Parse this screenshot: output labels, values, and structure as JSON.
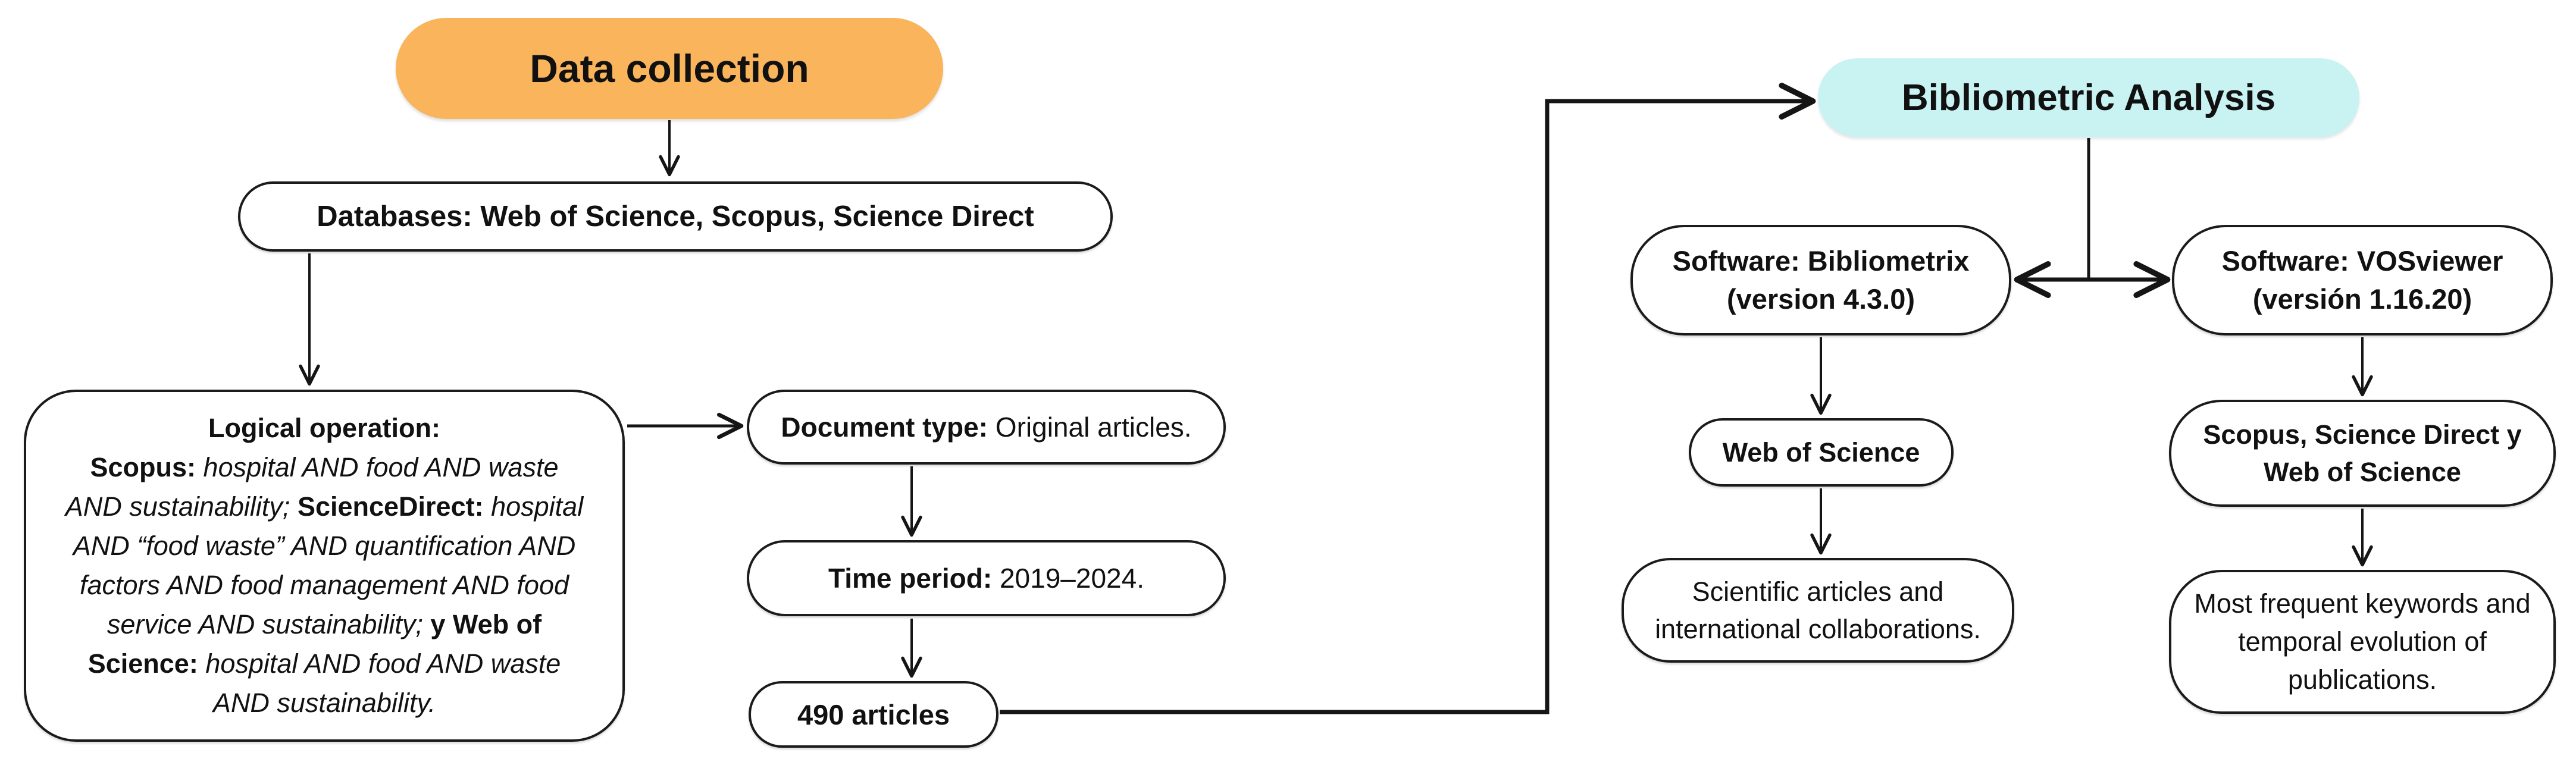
{
  "diagram": {
    "type": "flowchart",
    "colors": {
      "data_collection_fill": "#F9B45C",
      "bibliometric_fill": "#C9F2F3",
      "box_border": "#1B1B1B",
      "background": "#FFFFFF",
      "line": "#151515"
    }
  },
  "nodes": {
    "data_collection": {
      "label": "Data collection"
    },
    "databases": {
      "label": "Databases: Web of Science, Scopus, Science Direct"
    },
    "logical_operation": {
      "title": "Logical operation:",
      "lines": [
        [
          {
            "t": "Scopus: "
          },
          {
            "t": "hospital AND food AND waste"
          }
        ],
        [
          {
            "t": "AND sustainability; "
          },
          {
            "t": " ScienceDirect: "
          },
          {
            "t": "hospital"
          }
        ],
        [
          {
            "t": "AND “food waste” AND quantification AND"
          }
        ],
        [
          {
            "t": "factors AND food management AND food"
          }
        ],
        [
          {
            "t": "service AND sustainability; "
          },
          {
            "t": "y Web of"
          }
        ],
        [
          {
            "t": "Science: "
          },
          {
            "t": "hospital AND food AND waste"
          }
        ],
        [
          {
            "t": "AND sustainability."
          }
        ]
      ]
    },
    "document_type": {
      "label_bold": "Document type:",
      "label_rest": " Original articles."
    },
    "time_period": {
      "label_bold": "Time period:",
      "label_rest": " 2019–2024."
    },
    "articles_count": {
      "label": "490 articles"
    },
    "bibliometric_analysis": {
      "label": "Bibliometric Analysis"
    },
    "software_bibliometrix": {
      "lines": [
        "Software: Bibliometrix",
        "(version 4.3.0)"
      ]
    },
    "software_vosviewer": {
      "lines": [
        "Software: VOSviewer",
        "(versión 1.16.20)"
      ]
    },
    "web_of_science": {
      "label": "Web of Science"
    },
    "scientific_articles": {
      "lines": [
        "Scientific articles and",
        "international collaborations."
      ]
    },
    "scopus_sd_wos": {
      "lines": [
        "Scopus, Science Direct y",
        "Web of Science"
      ]
    },
    "keywords_evolution": {
      "lines": [
        "Most frequent keywords and",
        "temporal evolution of",
        "publications."
      ]
    }
  }
}
